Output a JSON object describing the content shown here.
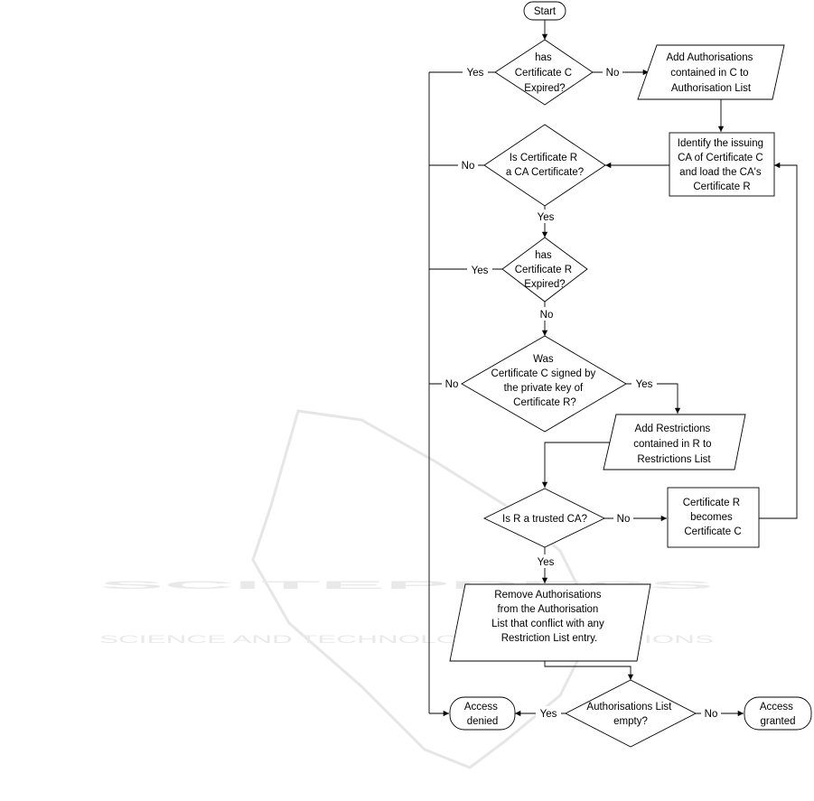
{
  "nodes": {
    "start": "Start",
    "c_expired": [
      "has",
      "Certificate C",
      "Expired?"
    ],
    "add_auth": [
      "Add Authorisations",
      "contained in C to",
      "Authorisation List"
    ],
    "identify_ca": [
      "Identify the issuing",
      "CA of Certificate C",
      "and load the CA's",
      "Certificate R"
    ],
    "r_is_ca": [
      "Is Certificate R",
      "a CA Certificate?"
    ],
    "r_expired": [
      "has",
      "Certificate R",
      "Expired?"
    ],
    "signed_by_r": [
      "Was",
      "Certificate C signed by",
      "the private key of",
      "Certificate R?"
    ],
    "add_restr": [
      "Add Restrictions",
      "contained in R to",
      "Restrictions List"
    ],
    "trusted_ca": [
      "Is R a trusted CA?"
    ],
    "r_becomes_c": [
      "Certificate R",
      "becomes",
      "Certificate C"
    ],
    "remove_auth": [
      "Remove Authorisations",
      "from the Authorisation",
      "List that conflict with any",
      "Restriction List entry."
    ],
    "auth_empty": [
      "Authorisations List",
      "empty?"
    ],
    "access_denied": [
      "Access",
      "denied"
    ],
    "access_granted": [
      "Access",
      "granted"
    ]
  },
  "edge_labels": {
    "c_expired_yes": "Yes",
    "c_expired_no": "No",
    "r_is_ca_no": "No",
    "r_is_ca_yes": "Yes",
    "r_expired_yes": "Yes",
    "r_expired_no": "No",
    "signed_no": "No",
    "signed_yes": "Yes",
    "trusted_no": "No",
    "trusted_yes": "Yes",
    "empty_yes": "Yes",
    "empty_no": "No"
  },
  "watermark": {
    "main": "SCITEPRESS",
    "sub": "SCIENCE AND TECHNOLOGY PUBLICATIONS"
  }
}
